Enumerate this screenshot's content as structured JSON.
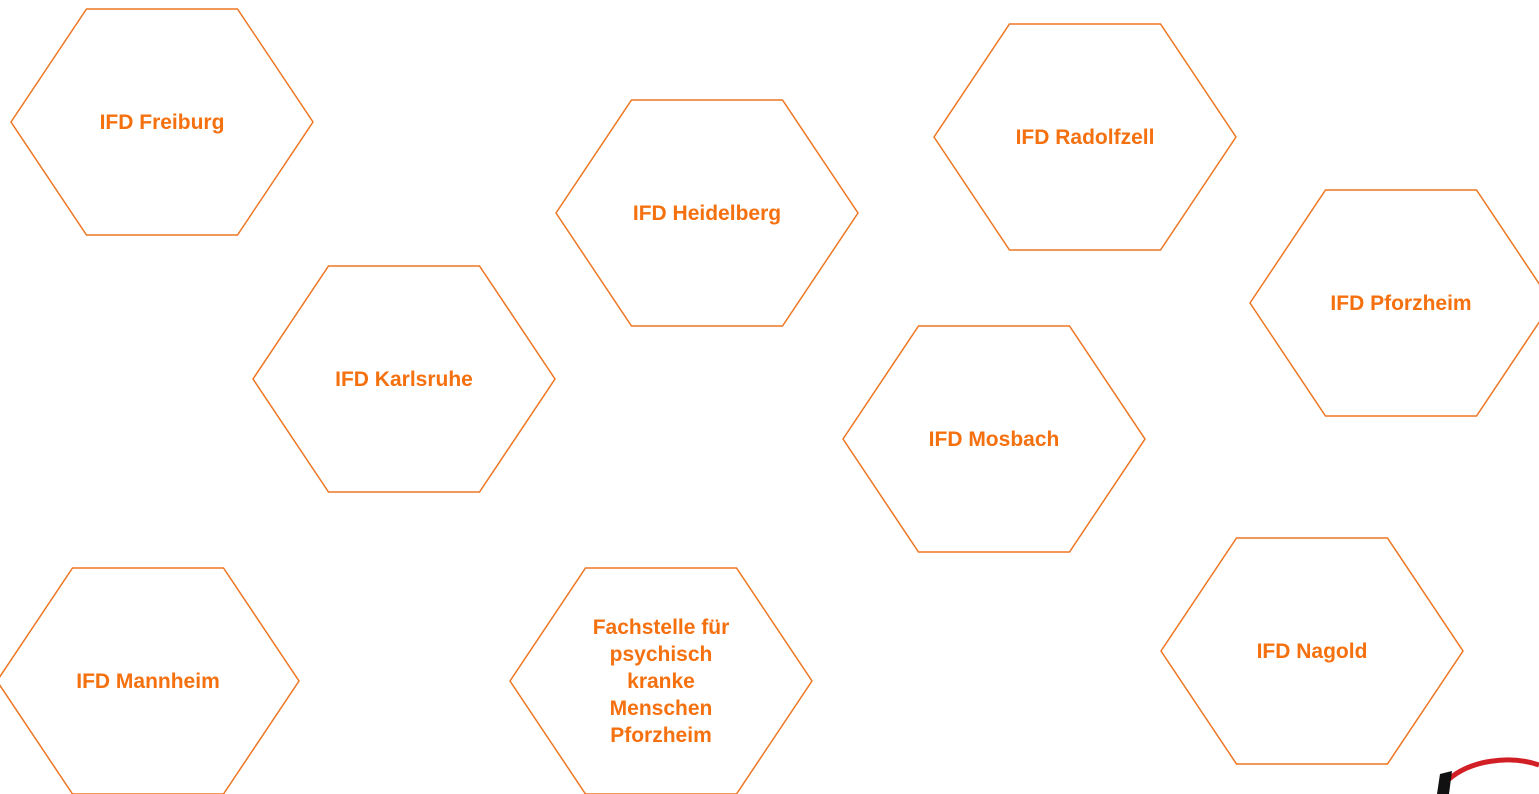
{
  "diagram": {
    "stroke_color": "#ED7623",
    "text_color": "#F5700F",
    "nodes": [
      {
        "id": "freiburg",
        "lines": [
          "IFD Freiburg"
        ]
      },
      {
        "id": "heidelberg",
        "lines": [
          "IFD Heidelberg"
        ]
      },
      {
        "id": "radolfzell",
        "lines": [
          "IFD Radolfzell"
        ]
      },
      {
        "id": "pforzheim",
        "lines": [
          "IFD Pforzheim"
        ]
      },
      {
        "id": "karlsruhe",
        "lines": [
          "IFD Karlsruhe"
        ]
      },
      {
        "id": "mosbach",
        "lines": [
          "IFD Mosbach"
        ]
      },
      {
        "id": "mannheim",
        "lines": [
          "IFD Mannheim"
        ]
      },
      {
        "id": "fachstelle-pforzheim",
        "lines": [
          "Fachstelle für",
          "psychisch",
          "kranke",
          "Menschen",
          "Pforzheim"
        ]
      },
      {
        "id": "nagold",
        "lines": [
          "IFD Nagold"
        ]
      }
    ]
  },
  "logo": {
    "icon": "corner-logo-icon",
    "accent_color": "#d21f26"
  }
}
